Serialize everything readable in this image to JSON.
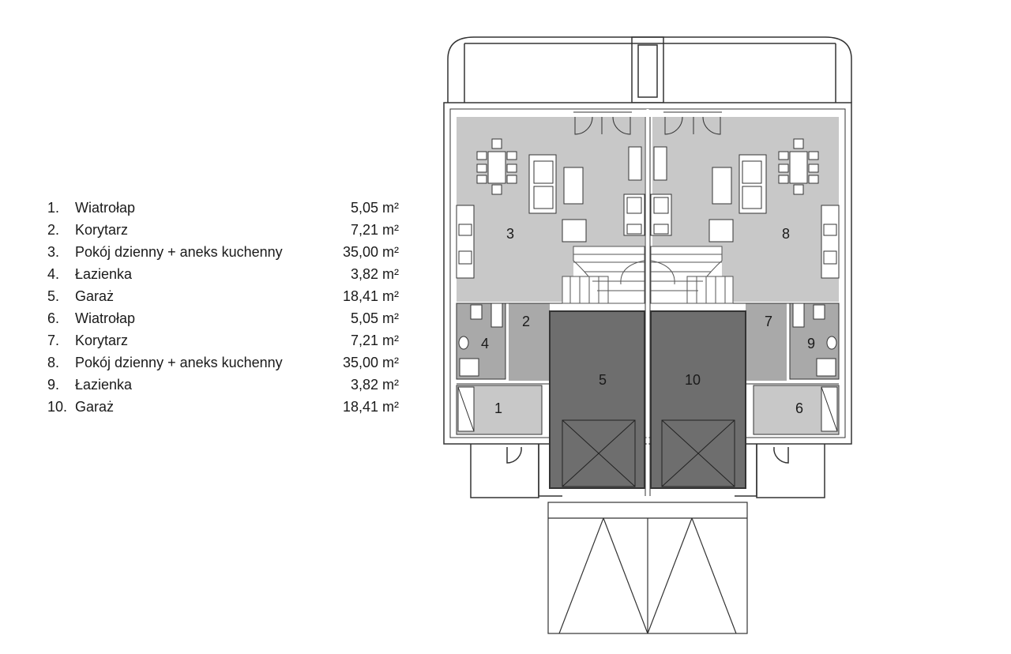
{
  "legend": [
    {
      "num": "1.",
      "name": "Wiatrołap",
      "area": "5,05 m²"
    },
    {
      "num": "2.",
      "name": "Korytarz",
      "area": "7,21 m²"
    },
    {
      "num": "3.",
      "name": "Pokój dzienny + aneks kuchenny",
      "area": "35,00 m²"
    },
    {
      "num": "4.",
      "name": "Łazienka",
      "area": "3,82 m²"
    },
    {
      "num": "5.",
      "name": "Garaż",
      "area": "18,41 m²"
    },
    {
      "num": "6.",
      "name": "Wiatrołap",
      "area": "5,05 m²"
    },
    {
      "num": "7.",
      "name": "Korytarz",
      "area": "7,21 m²"
    },
    {
      "num": "8.",
      "name": "Pokój dzienny + aneks kuchenny",
      "area": "35,00 m²"
    },
    {
      "num": "9.",
      "name": "Łazienka",
      "area": "3,82 m²"
    },
    {
      "num": "10.",
      "name": "Garaż",
      "area": "18,41 m²"
    }
  ],
  "rooms": {
    "r1": "1",
    "r2": "2",
    "r3": "3",
    "r4": "4",
    "r5": "5",
    "r6": "6",
    "r7": "7",
    "r8": "8",
    "r9": "9",
    "r10": "10"
  },
  "colors": {
    "living": "#c8c8c8",
    "service": "#a9a9a9",
    "garage": "#6e6e6e",
    "wall": "#333333",
    "background": "#ffffff"
  }
}
